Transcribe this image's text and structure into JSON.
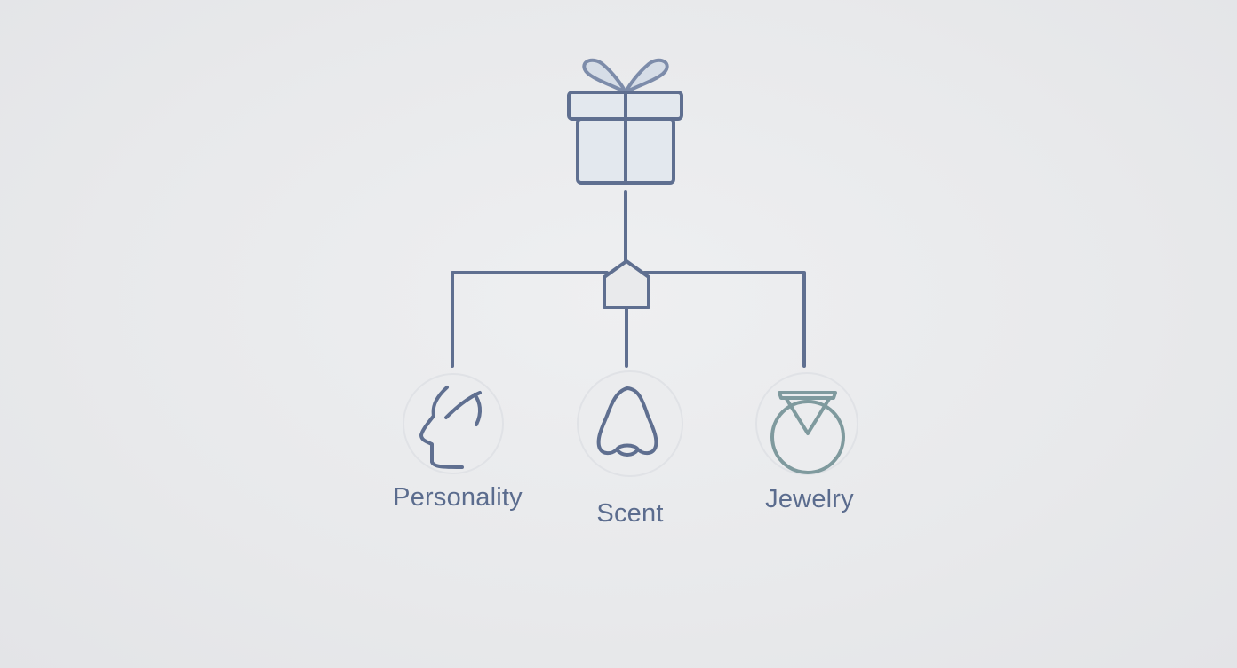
{
  "diagram": {
    "root": {
      "icon": "gift-icon"
    },
    "hub": {
      "icon": "house-node-icon"
    },
    "branches": [
      {
        "label": "Personality",
        "icon": "head-profile-icon"
      },
      {
        "label": "Scent",
        "icon": "nose-icon"
      },
      {
        "label": "Jewelry",
        "icon": "ring-icon"
      }
    ]
  },
  "colors": {
    "background": "#e9eaec",
    "line": "#5f6f90",
    "label": "#5b6c8e",
    "jewelry_icon": "#7f9a9e",
    "gift_fill": "#e3e8ee"
  }
}
